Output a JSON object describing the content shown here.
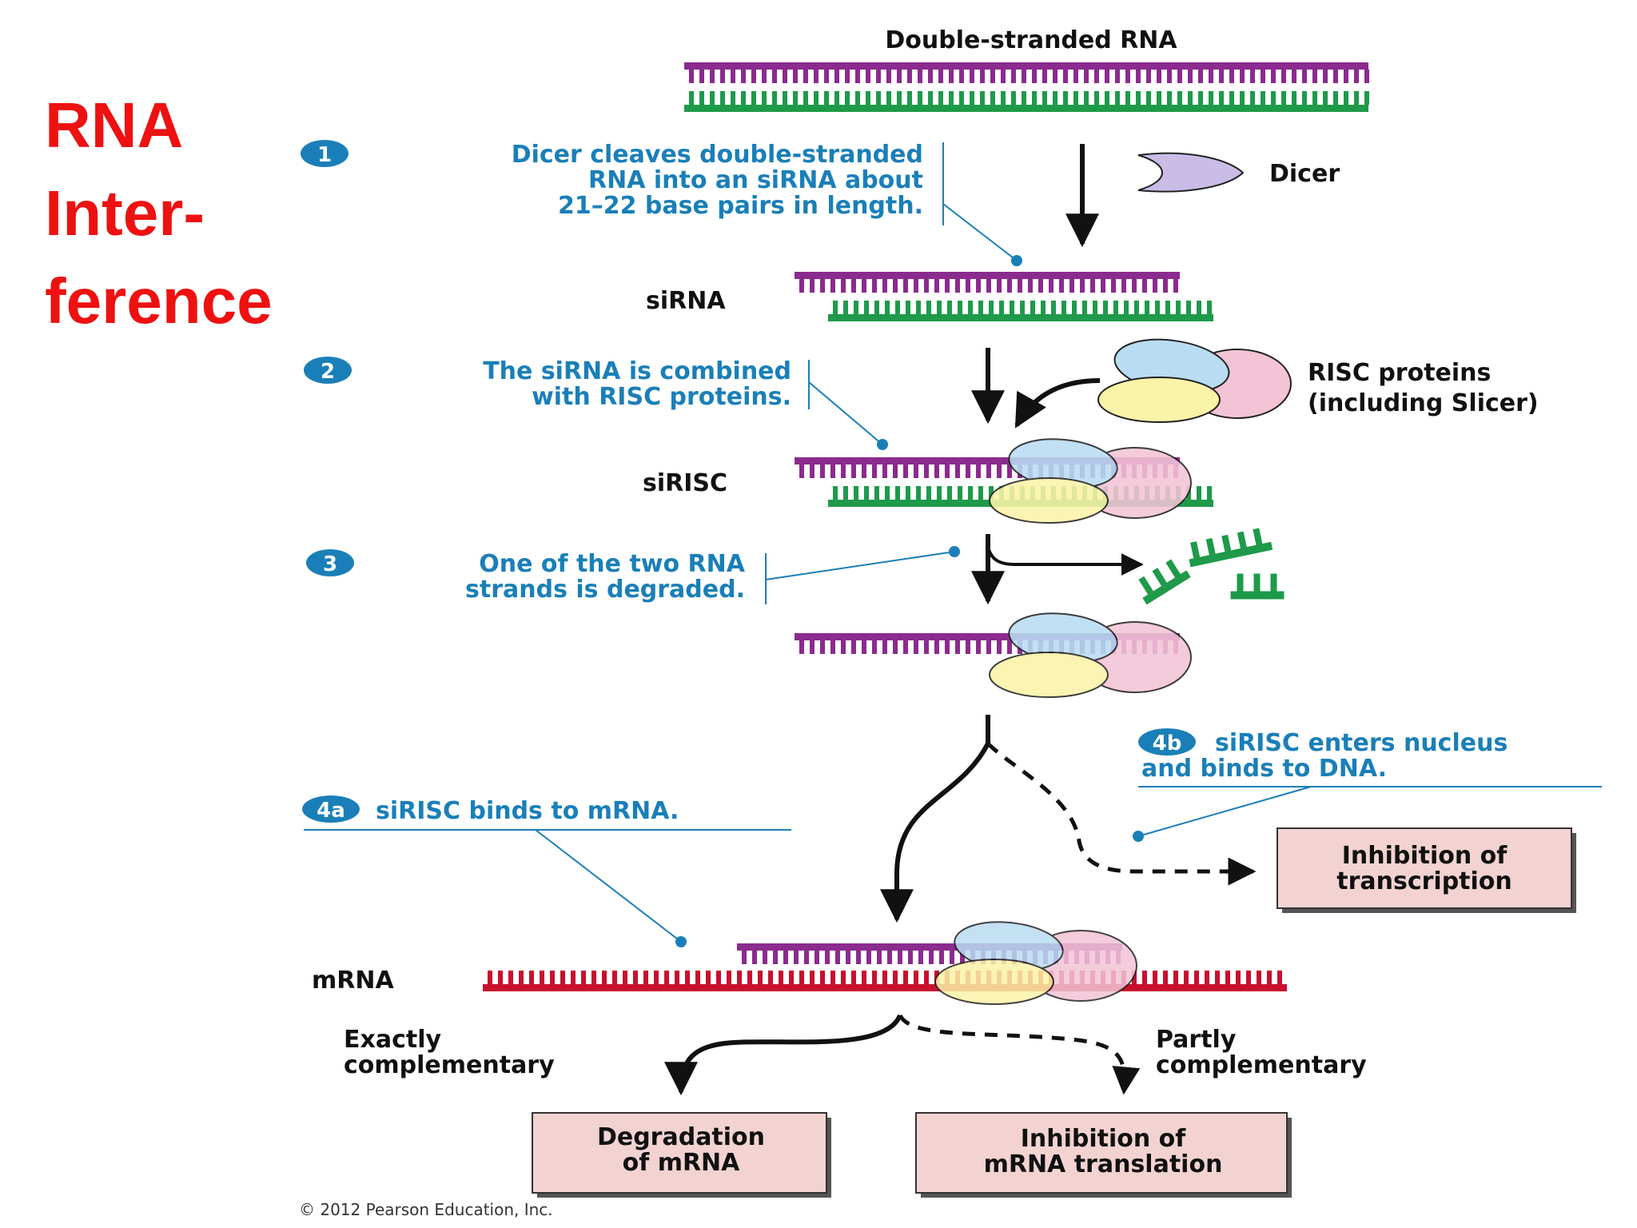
{
  "title": {
    "line1": "RNA",
    "line2": "Inter-",
    "line3": "ference"
  },
  "labels": {
    "dsrna": "Double-stranded RNA",
    "dicer": "Dicer",
    "sirna": "siRNA",
    "risc_line1": "RISC proteins",
    "risc_line2": "(including Slicer)",
    "sirisc": "siRISC",
    "mrna": "mRNA",
    "exactly_line1": "Exactly",
    "exactly_line2": "complementary",
    "partly_line1": "Partly",
    "partly_line2": "complementary"
  },
  "steps": {
    "s1": {
      "badge": "1",
      "line1": "Dicer cleaves double-stranded",
      "line2": "RNA into an siRNA about",
      "line3": "21–22 base pairs in length."
    },
    "s2": {
      "badge": "2",
      "line1": "The siRNA is combined",
      "line2": "with RISC proteins."
    },
    "s3": {
      "badge": "3",
      "line1": "One of the two RNA",
      "line2": "strands is degraded."
    },
    "s4a": {
      "badge": "4a",
      "text": "siRISC binds to mRNA."
    },
    "s4b": {
      "badge": "4b",
      "line1": "siRISC enters nucleus",
      "line2": "and binds to DNA."
    }
  },
  "outcomes": {
    "transcription": {
      "line1": "Inhibition of",
      "line2": "transcription"
    },
    "degradation": {
      "line1": "Degradation",
      "line2": "of mRNA"
    },
    "translation": {
      "line1": "Inhibition of",
      "line2": "mRNA translation"
    }
  },
  "copyright": "© 2012 Pearson Education, Inc.",
  "colors": {
    "title_red": "#ee1111",
    "step_blue": "#1a7fb8",
    "strand_purple": "#8b2a8f",
    "strand_green": "#1e9a4a",
    "strand_red": "#c8102e",
    "protein_blue": "#b9dcf2",
    "protein_yellow": "#fbf3a8",
    "protein_pink": "#f3c4d6",
    "dicer_lilac": "#c9bde8",
    "box_fill": "#f2d3d1"
  }
}
